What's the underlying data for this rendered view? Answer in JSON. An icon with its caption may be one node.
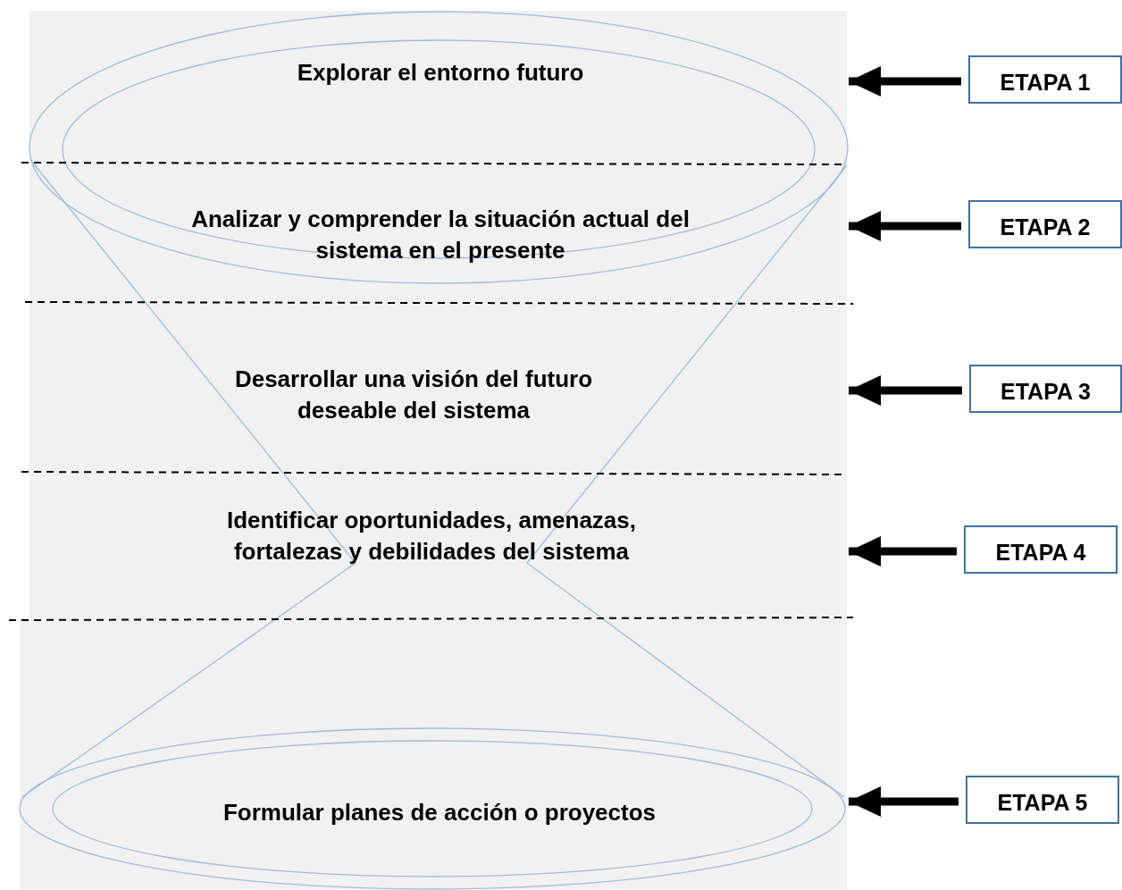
{
  "diagram": {
    "nodes": [
      {
        "text": [
          "Explorar el entorno futuro"
        ]
      },
      {
        "text": [
          "Analizar y comprender la situación actual del sistema en el presente"
        ]
      },
      {
        "text": [
          "Desarrollar una visión del futuro deseable del sistema"
        ]
      },
      {
        "text": [
          "Identificar oportunidades, amenazas, fortalezas y debilidades del sistema"
        ]
      },
      {
        "text": [
          "Formular planes de acción o proyectos"
        ]
      },
      {
        "text": [
          "ETAPA 1"
        ]
      },
      {
        "text": [
          "ETAPA 2"
        ]
      },
      {
        "text": [
          "ETAPA 3"
        ]
      },
      {
        "text": [
          "ETAPA 4"
        ]
      },
      {
        "text": [
          "ETAPA 5"
        ]
      }
    ],
    "edges": [
      {
        "from": 5,
        "to": 0,
        "arrow": "to"
      },
      {
        "from": 6,
        "to": 1,
        "arrow": "to"
      },
      {
        "from": 7,
        "to": 2,
        "arrow": "to"
      },
      {
        "from": 8,
        "to": 3,
        "arrow": "to"
      },
      {
        "from": 9,
        "to": 4,
        "arrow": "to"
      }
    ]
  }
}
